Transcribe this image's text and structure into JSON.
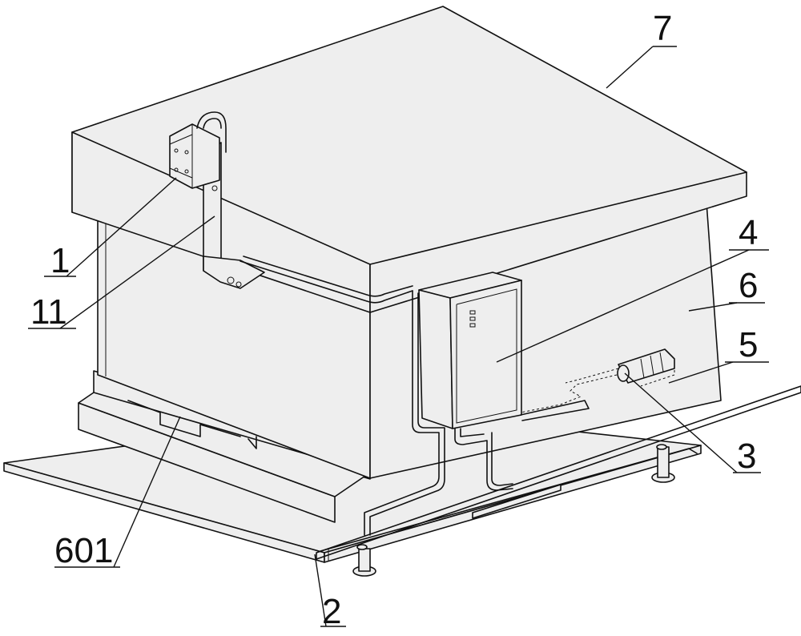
{
  "diagram": {
    "labels": {
      "l7": "7",
      "l4": "4",
      "l6": "6",
      "l5": "5",
      "l3": "3",
      "l1": "1",
      "l11": "11",
      "l601": "601",
      "l2": "2"
    }
  }
}
